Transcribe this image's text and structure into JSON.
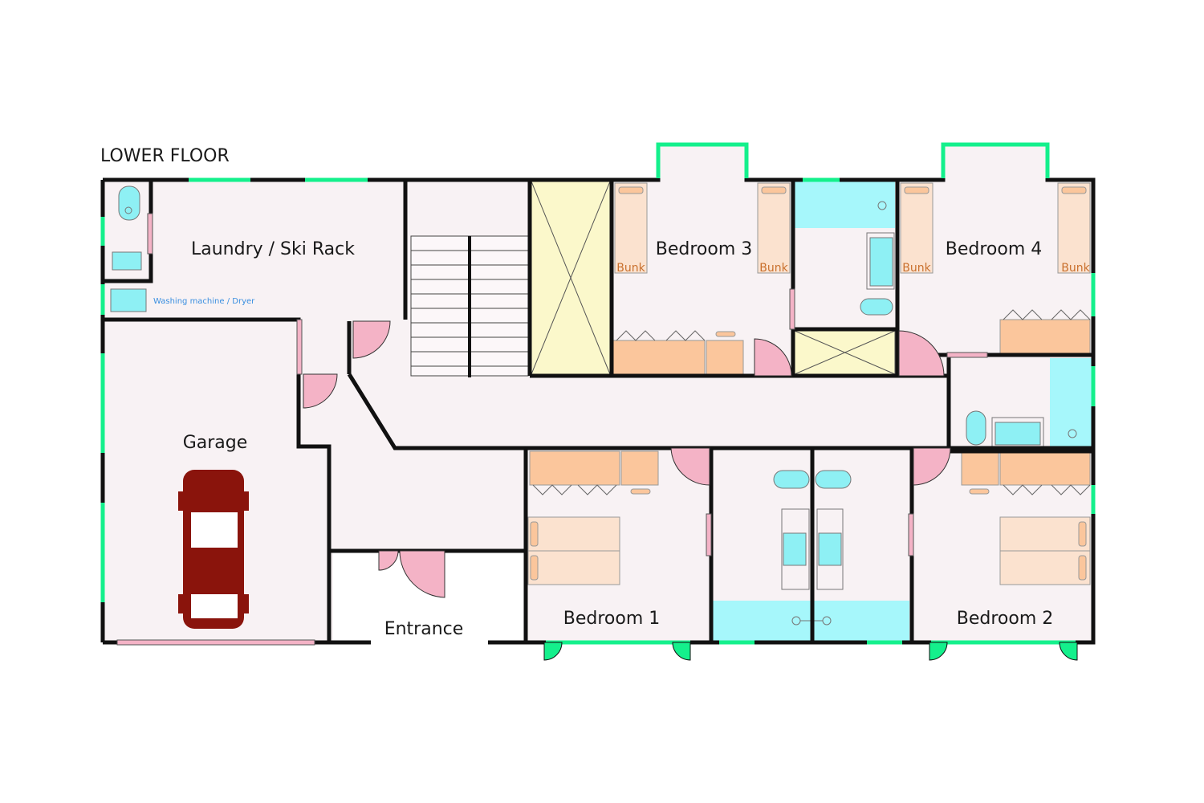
{
  "floor_title": "LOWER FLOOR",
  "rooms": {
    "laundry": "Laundry / Ski Rack",
    "washing_machine": "Washing machine / Dryer",
    "garage": "Garage",
    "entrance": "Entrance",
    "bedroom1": "Bedroom 1",
    "bedroom2": "Bedroom 2",
    "bedroom3": "Bedroom 3",
    "bedroom4": "Bedroom 4"
  },
  "bunk_label": "Bunk",
  "colors": {
    "wall": "#111111",
    "floor": "#f8f2f4",
    "window": "#14f08c",
    "door": "#f4b3c6",
    "wardrobe": "#fbc69c",
    "bed": "#fbe2cf",
    "shower": "#a6f7fb",
    "stairwell": "#fbf8cb",
    "car": "#8a140c",
    "fixture": "#8ef0f4",
    "info_text": "#3a8fe0",
    "bunk_text": "#c9702d"
  }
}
